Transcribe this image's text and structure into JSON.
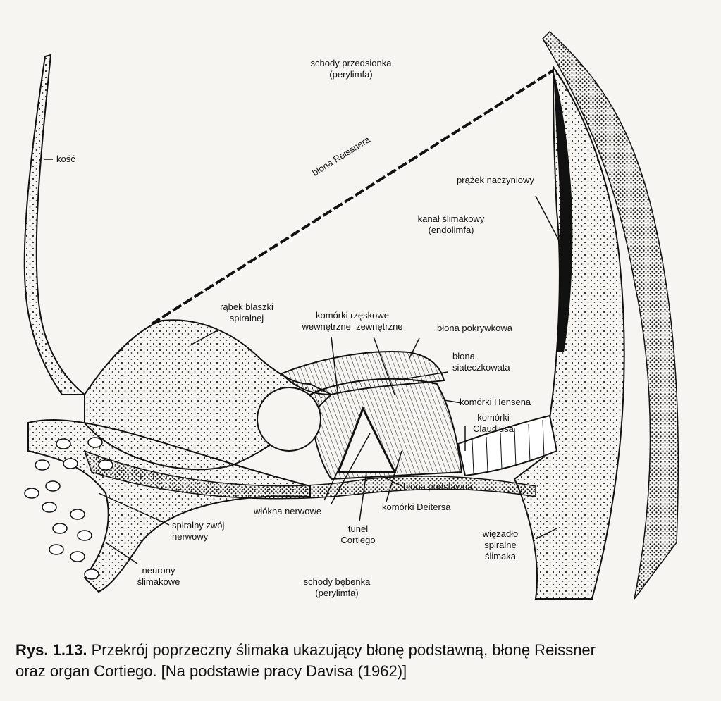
{
  "labels": {
    "scala_vestibuli": "schody przedsionka",
    "scala_vestibuli_fluid": "(perylimfa)",
    "bone": "kość",
    "reissner": "błona Reissnera",
    "stria": "prążek naczyniowy",
    "cochlear_duct": "kanał ślimakowy",
    "cochlear_duct_fluid": "(endolimfa)",
    "limbus_1": "rąbek blaszki",
    "limbus_2": "spiralnej",
    "hair_cells": "komórki rzęskowe",
    "inner": "wewnętrzne",
    "outer": "zewnętrzne",
    "tectorial": "błona pokrywkowa",
    "reticular_1": "błona",
    "reticular_2": "siateczkowata",
    "hensen": "komórki Hensena",
    "claudius_1": "komórki",
    "claudius_2": "Claudiusa",
    "basilar": "błona podstawna",
    "deiters": "komórki Deitersa",
    "nerve_fibers": "włókna nerwowe",
    "tunnel_1": "tunel",
    "tunnel_2": "Cortiego",
    "ganglion_1": "spiralny zwój",
    "ganglion_2": "nerwowy",
    "neurons_1": "neurony",
    "neurons_2": "ślimakowe",
    "ligament_1": "więzadło",
    "ligament_2": "spiralne",
    "ligament_3": "ślimaka",
    "scala_tympani": "schody bębenka",
    "scala_tympani_fluid": "(perylimfa)"
  },
  "caption": {
    "number": "Rys. 1.13.",
    "text_line1": " Przekrój poprzeczny ślimaka ukazujący błonę podstawną, błonę Reissner",
    "text_line2": "oraz organ Cortiego. [Na podstawie pracy Davisa (1962)]"
  }
}
